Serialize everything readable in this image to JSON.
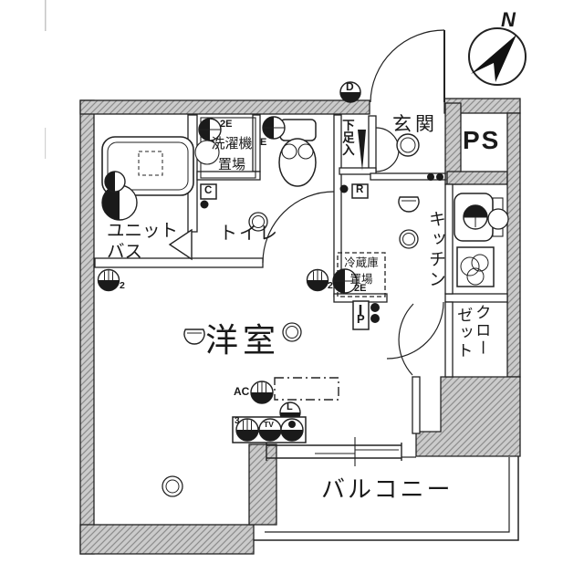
{
  "floorplan": {
    "compass": {
      "north_label": "N"
    },
    "rooms": {
      "entrance": "玄関",
      "pipe_space": "PS",
      "shoe_storage": "下足入",
      "kitchen": "キッチン",
      "closet": [
        "クロー",
        "ゼット"
      ],
      "refrigerator_space": [
        "冷蔵庫",
        "置場"
      ],
      "toilet": "トイレ",
      "washing_machine_space": [
        "洗濯機",
        "置場"
      ],
      "unit_bath": [
        "ユニット",
        "バス"
      ],
      "western_room": "洋室",
      "balcony": "バルコニー"
    },
    "symbols": {
      "door_d": "D",
      "switch_c": "C",
      "outlet_e": "E",
      "outlet_2e_washer": "2E",
      "switch_r": "R",
      "outlet_2e_fridge": "2E",
      "intercom_p": "P",
      "light_l": "L",
      "tv_outlet": "TV",
      "ac_label": "AC",
      "outlet_count_3": "3",
      "outlet_count_2_left": "2",
      "outlet_count_2_right": "2"
    },
    "colors": {
      "ink": "#1a1a1a",
      "wall_fill": "#cccccc",
      "wall_hatch": "#8c8c8c"
    }
  }
}
